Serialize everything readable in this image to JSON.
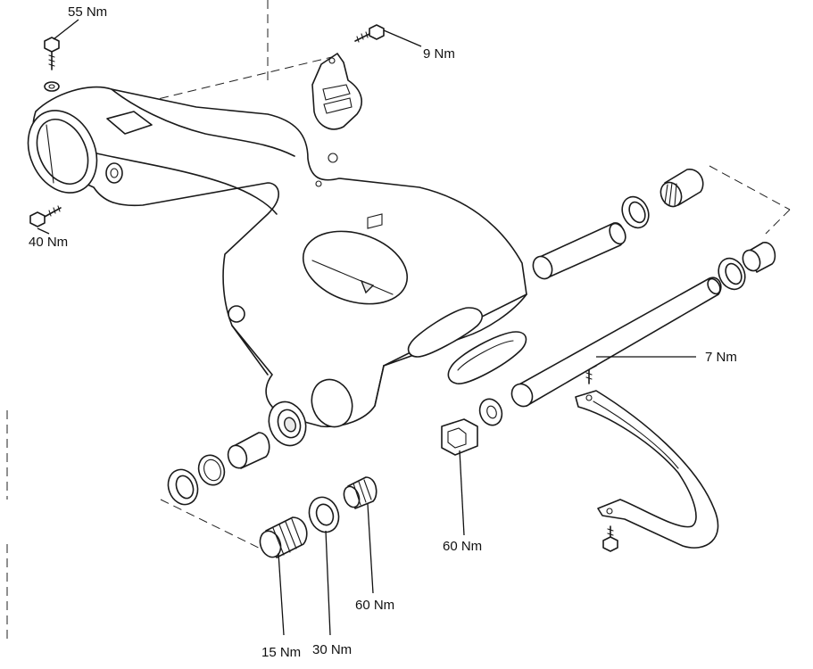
{
  "torque_labels": {
    "t55": "55 Nm",
    "t9": "9 Nm",
    "t40": "40 Nm",
    "t7": "7 Nm",
    "t60a": "60 Nm",
    "t60b": "60 Nm",
    "t15": "15 Nm",
    "t30": "30 Nm"
  }
}
